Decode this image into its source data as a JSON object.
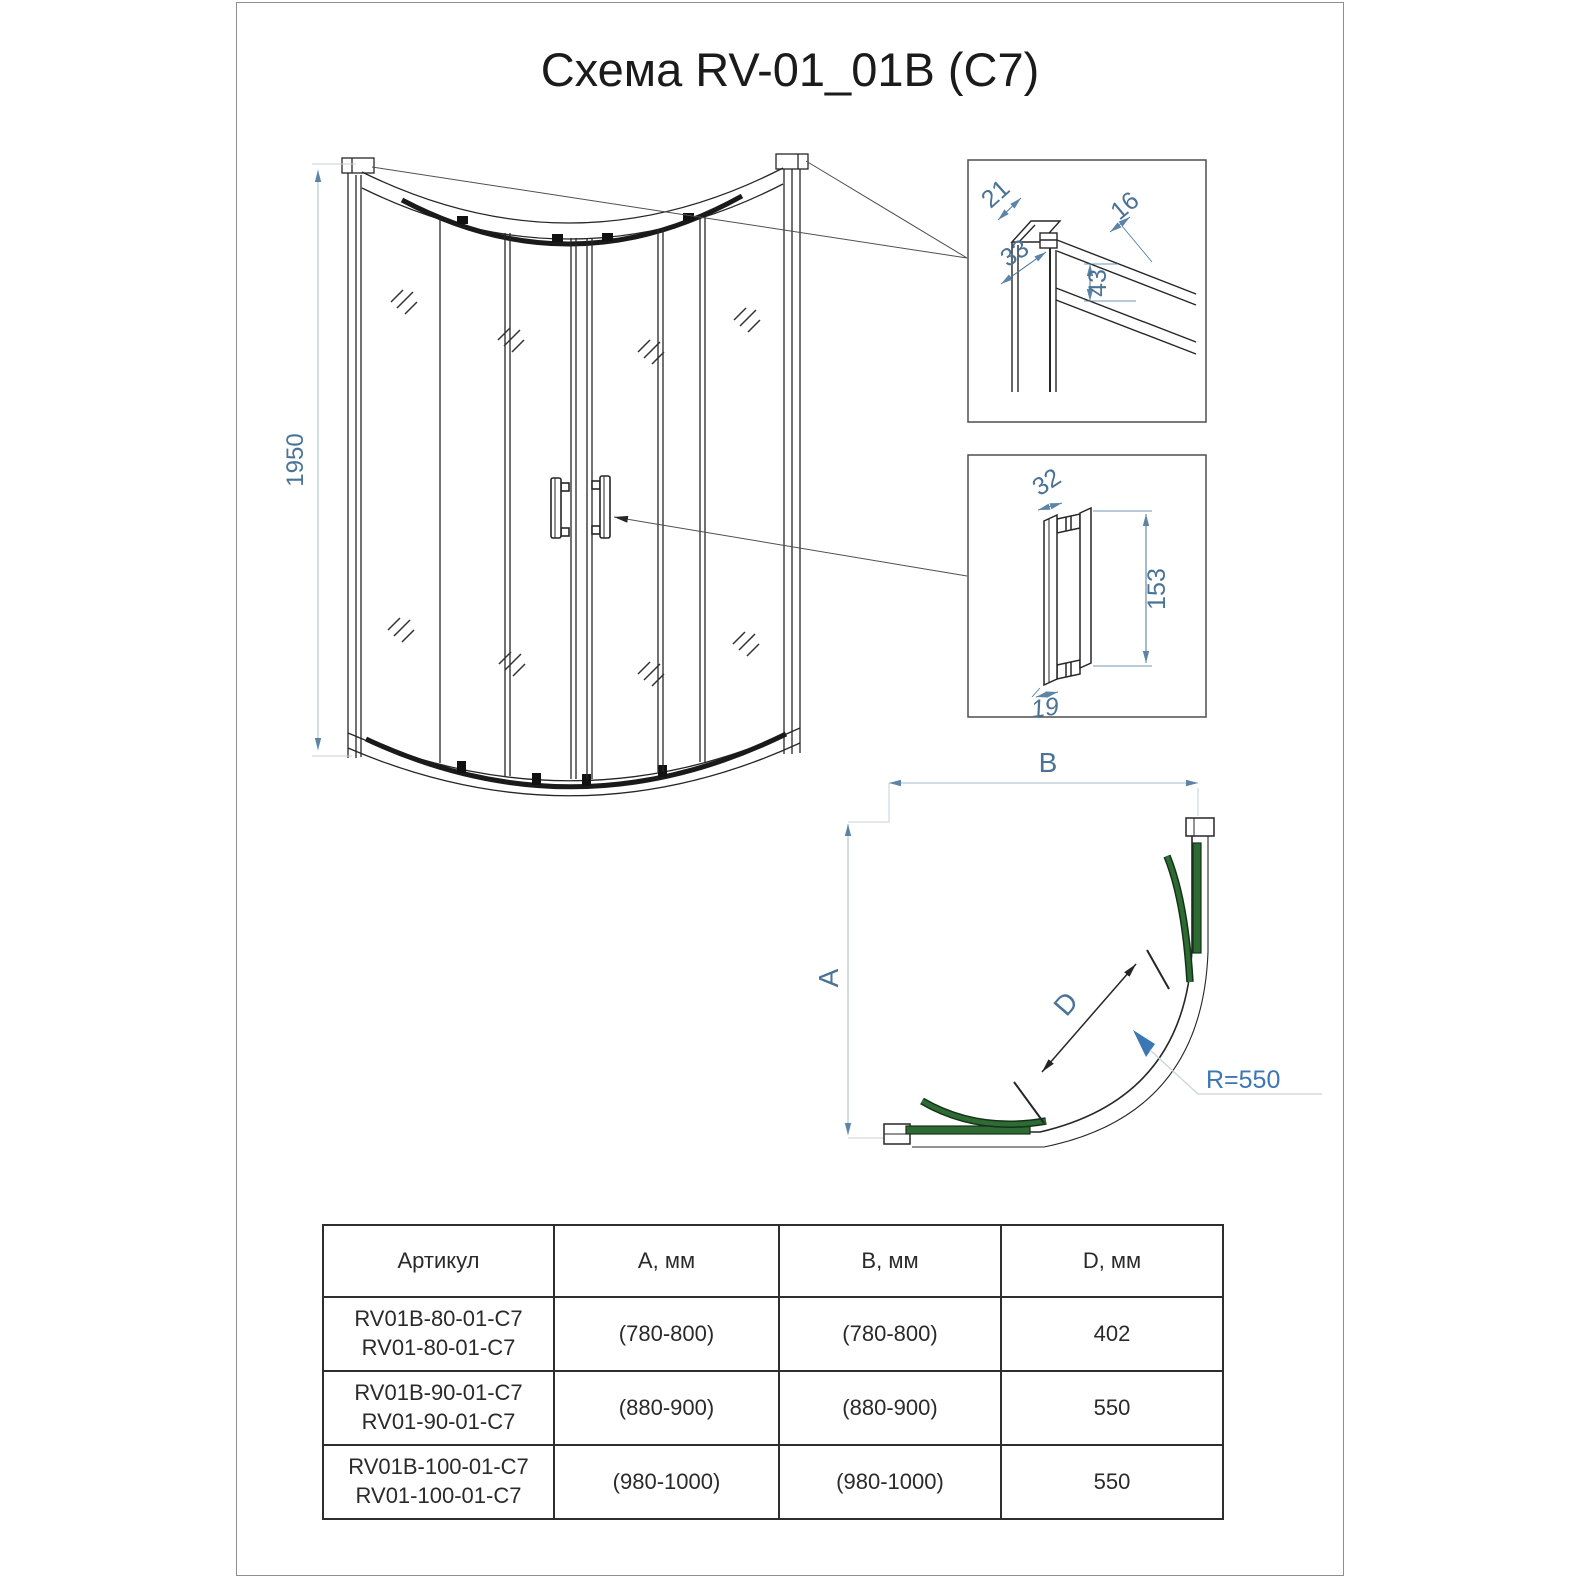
{
  "title": "Схема RV-01_01B (C7)",
  "colors": {
    "accent_blue": "#4a7396",
    "bright_blue": "#3b76b5",
    "dimension_line": "#b9c6d2",
    "drawing_line": "#262626",
    "door_green": "#2d6b33",
    "table_border": "#2e2e2e"
  },
  "front_view": {
    "height_dim": "1950"
  },
  "detail_profile": {
    "dim_top_width": "21",
    "dim_profile_depth": "33",
    "dim_glass_offset": "16",
    "dim_overlap_height": "43"
  },
  "detail_handle": {
    "dim_width": "32",
    "dim_height": "153",
    "dim_depth": "19"
  },
  "plan_view": {
    "dim_b": "B",
    "dim_a": "A",
    "dim_d": "D",
    "radius_label": "R=550"
  },
  "table": {
    "headers": [
      "Артикул",
      "А, мм",
      "В, мм",
      "D, мм"
    ],
    "rows": [
      {
        "article": "RV01B-80-01-C7\nRV01-80-01-C7",
        "a": "(780-800)",
        "b": "(780-800)",
        "d": "402"
      },
      {
        "article": "RV01B-90-01-C7\nRV01-90-01-C7",
        "a": "(880-900)",
        "b": "(880-900)",
        "d": "550"
      },
      {
        "article": "RV01B-100-01-C7\nRV01-100-01-C7",
        "a": "(980-1000)",
        "b": "(980-1000)",
        "d": "550"
      }
    ]
  }
}
